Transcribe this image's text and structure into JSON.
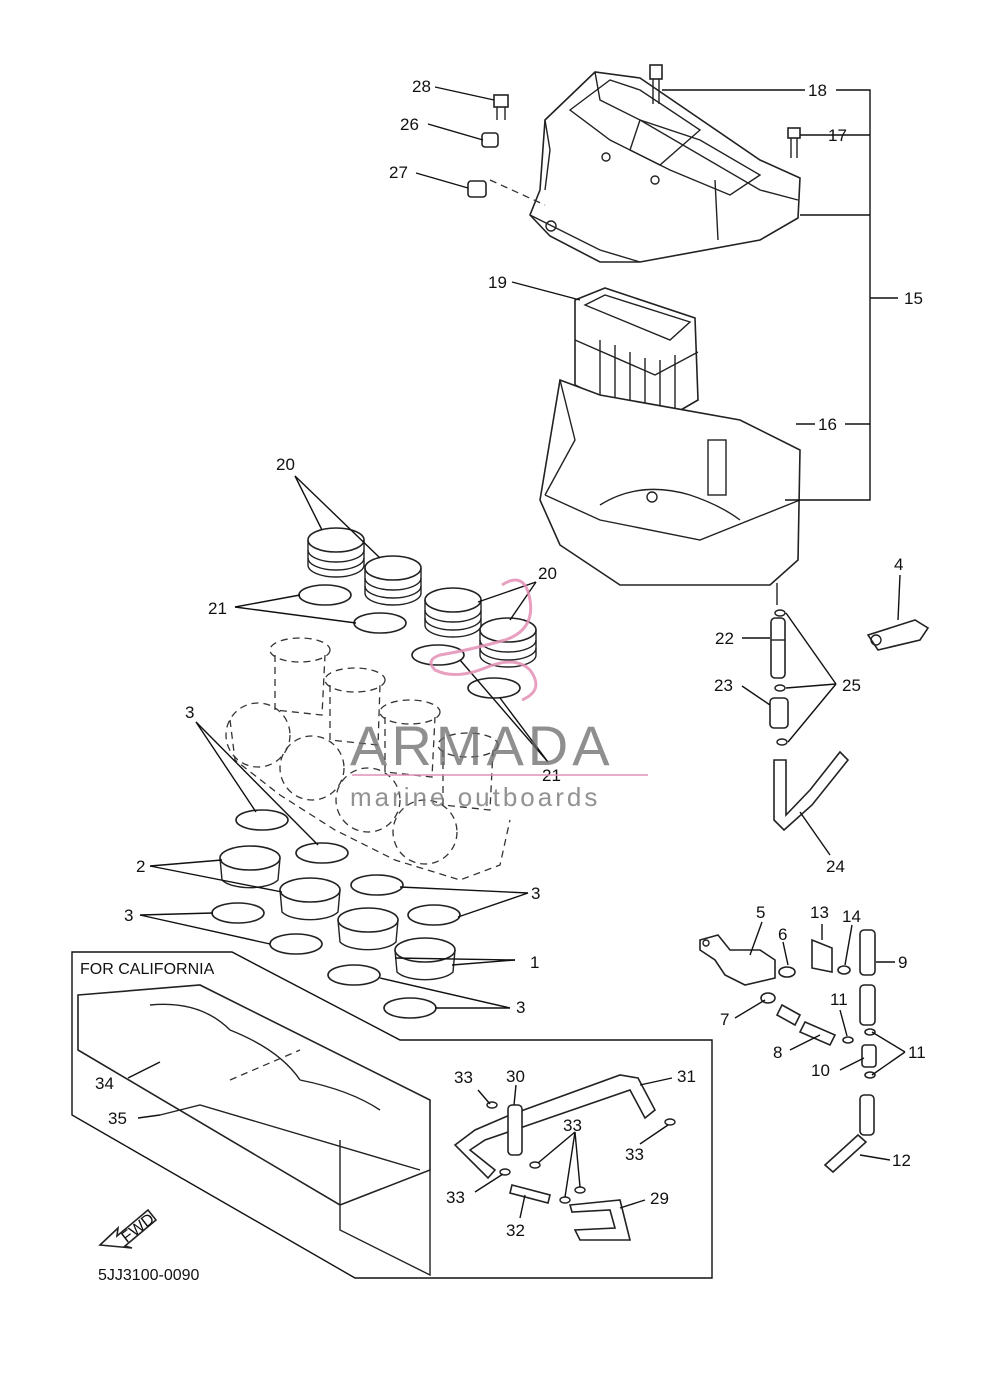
{
  "diagram": {
    "part_code": "5JJ3100-0090",
    "section_label": "FOR CALIFORNIA",
    "fwd_label": "FWD",
    "callouts": [
      "1",
      "2",
      "3",
      "4",
      "5",
      "6",
      "7",
      "8",
      "9",
      "10",
      "11",
      "12",
      "13",
      "14",
      "15",
      "16",
      "17",
      "18",
      "19",
      "20",
      "21",
      "22",
      "23",
      "24",
      "25",
      "26",
      "27",
      "28",
      "29",
      "30",
      "31",
      "32",
      "33",
      "34",
      "35"
    ]
  },
  "watermark": {
    "brand": "ARMADA",
    "tagline": "marine outboards",
    "accent_color": "#e48fb6"
  }
}
